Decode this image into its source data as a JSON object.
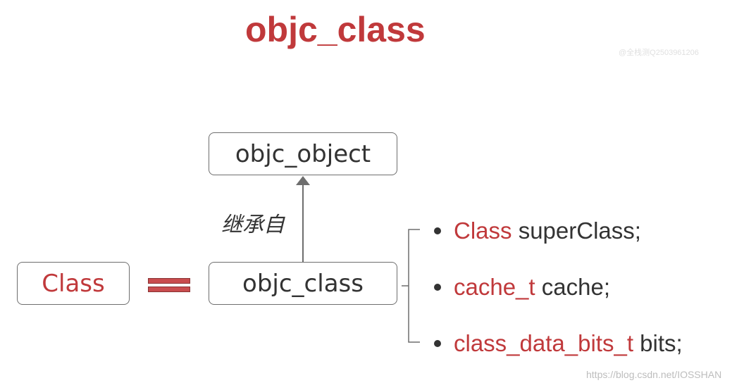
{
  "title": "objc_class",
  "watermark_top": "@全栈测Q2503961206",
  "watermark_bottom": "https://blog.csdn.net/IOSSHAN",
  "nodes": {
    "parent": "objc_object",
    "child": "objc_class",
    "alias": "Class"
  },
  "relation_label": "继承自",
  "members": [
    {
      "type": "Class",
      "name": " superClass;"
    },
    {
      "type": "cache_t",
      "name": " cache;"
    },
    {
      "type": "class_data_bits_t",
      "name": " bits;"
    }
  ],
  "colors": {
    "accent": "#c0393b",
    "text": "#333333",
    "border": "#6e6e6e"
  }
}
